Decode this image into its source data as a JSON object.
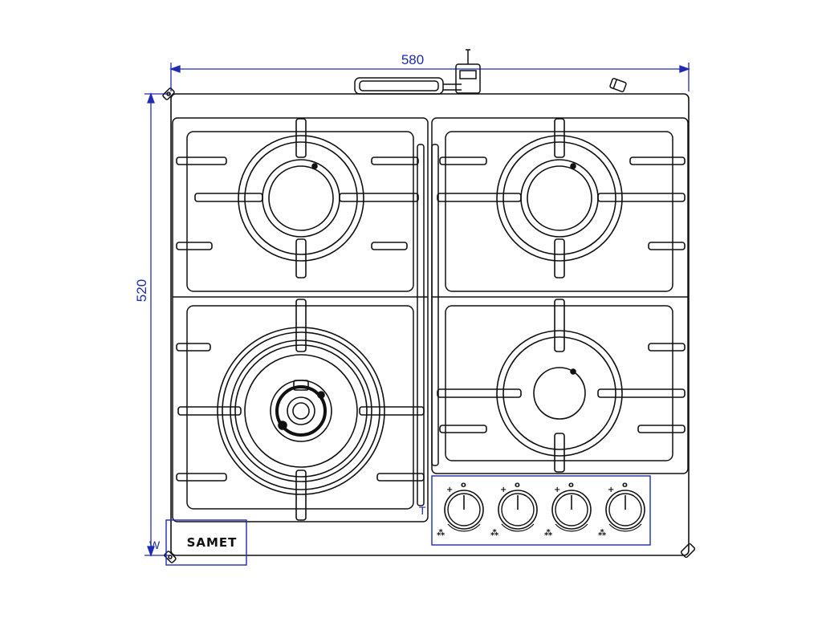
{
  "dimensions": {
    "width": "580",
    "depth": "520"
  },
  "markers": {
    "w": "W",
    "t": "T"
  },
  "brand": {
    "name": "SAMET"
  },
  "knobs": [
    {
      "plus": "+",
      "zero": "o",
      "flame": "⁂"
    },
    {
      "plus": "+",
      "zero": "o",
      "flame": "⁂"
    },
    {
      "plus": "+",
      "zero": "o",
      "flame": "⁂"
    },
    {
      "plus": "+",
      "zero": "o",
      "flame": "⁂"
    }
  ],
  "colors": {
    "dimension": "#1f2bb0",
    "line": "#111111"
  }
}
